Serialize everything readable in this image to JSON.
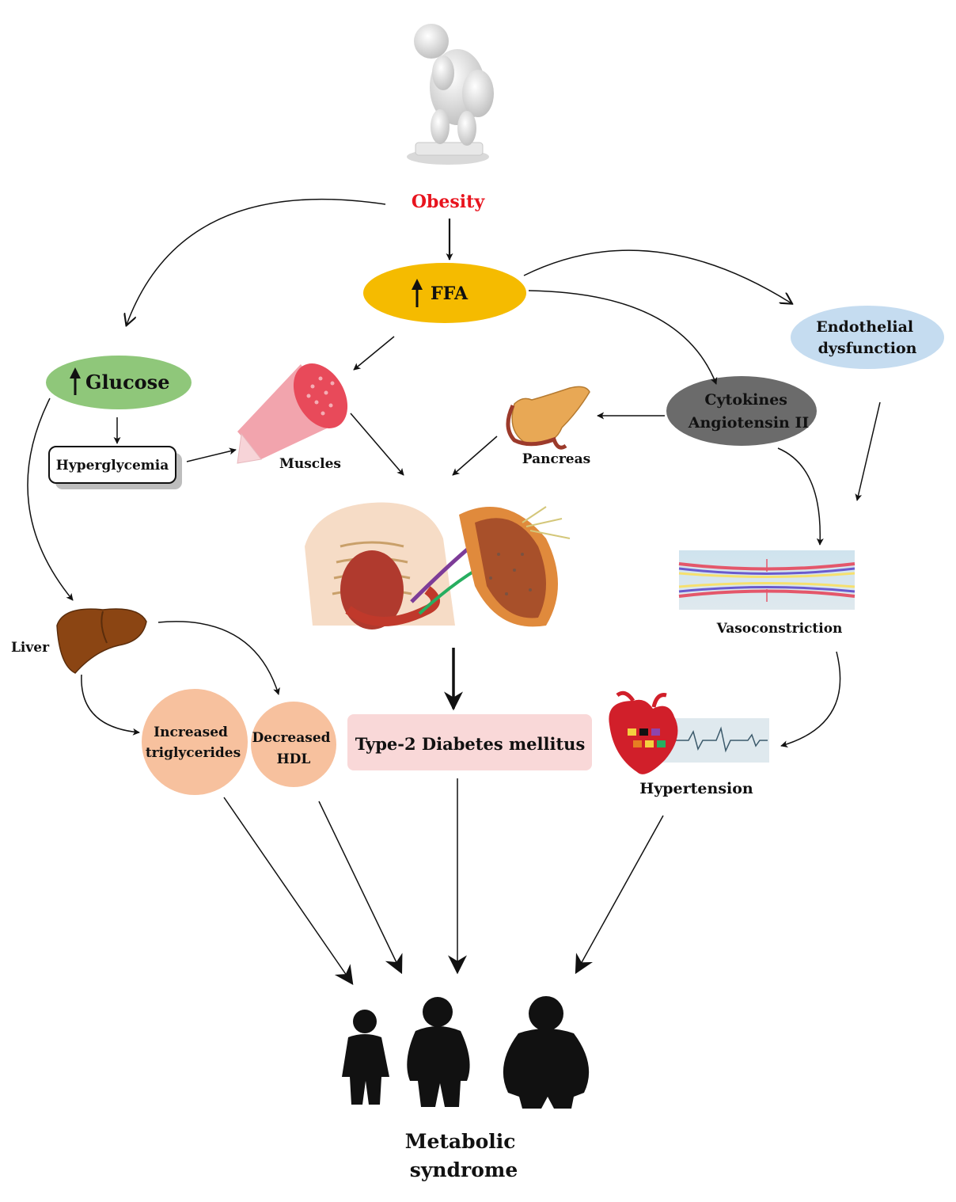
{
  "nodes": {
    "obesity": "Obesity",
    "ffa": "FFA",
    "glucose": "Glucose",
    "endothelial": [
      "Endothelial",
      "dysfunction"
    ],
    "cytokines": [
      "Cytokines",
      "Angiotensin II"
    ],
    "hyperglycemia": "Hyperglycemia",
    "muscles": "Muscles",
    "pancreas": "Pancreas",
    "liver": "Liver",
    "vasoconstriction": "Vasoconstriction",
    "triglycerides": [
      "Increased",
      "triglycerides"
    ],
    "hdl": [
      "Decreased",
      "HDL"
    ],
    "diabetes": "Type-2 Diabetes mellitus",
    "hypertension": "Hypertension",
    "metabolic": [
      "Metabolic",
      "syndrome"
    ]
  },
  "colors": {
    "obesity_text": "#e8141e",
    "ffa_fill": "#f5bb00",
    "glucose_fill": "#8fc77a",
    "endothelial_fill": "#c5dcf0",
    "cytokines_fill": "#6b6b6b",
    "circle_fill": "#f7c19e",
    "diabetes_fill": "#f9d8d8",
    "muscle": "#e84a5a",
    "liver": "#8b4513",
    "pancreas": "#e8a855",
    "heart": "#d11f2a",
    "silhouette": "#111111"
  },
  "icons": {
    "obesity_figure": "3d-person-on-scale-icon",
    "up_arrow": "up-arrow-icon",
    "muscle": "muscle-fiber-icon",
    "pancreas": "pancreas-organ-icon",
    "anatomy": "torso-anatomy-pancreas-illustration",
    "liver": "liver-organ-icon",
    "vessel": "constricted-vessel-icon",
    "heart": "heart-with-ecg-icon",
    "people": "three-body-silhouettes-icon"
  }
}
